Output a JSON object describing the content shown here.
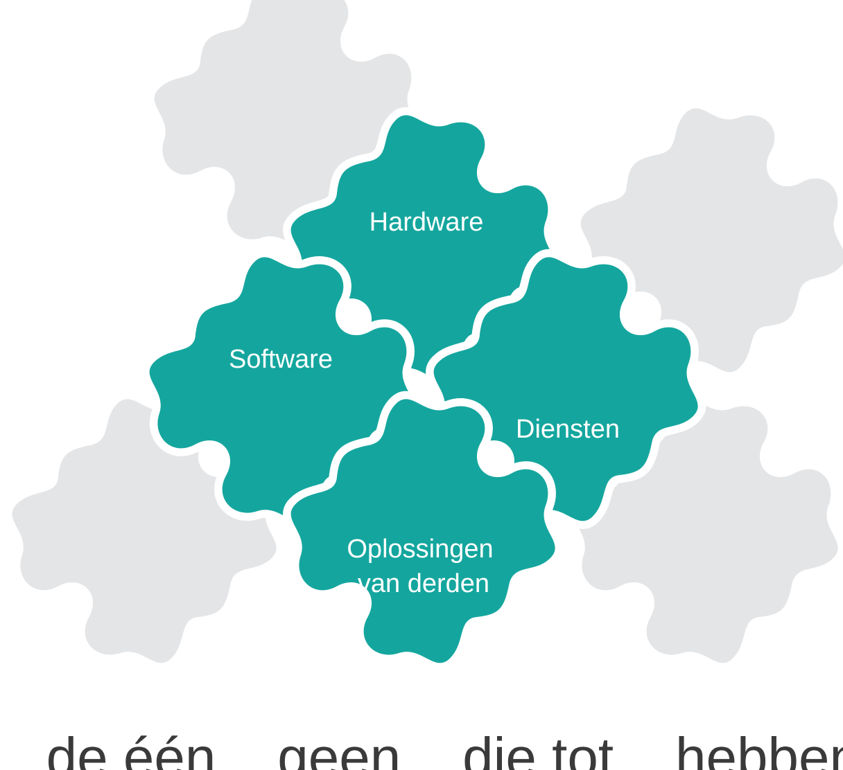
{
  "diagram": {
    "pieces": [
      {
        "id": "hardware",
        "label_lines": [
          "Hardware"
        ]
      },
      {
        "id": "software",
        "label_lines": [
          "Software"
        ]
      },
      {
        "id": "diensten",
        "label_lines": [
          "Diensten"
        ]
      },
      {
        "id": "oplossingen",
        "label_lines": [
          "Oplossingen",
          "van derden"
        ]
      }
    ],
    "caption": "...de één ...geen ...die tot ...hebben ...zoals..."
  },
  "colors": {
    "teal": "#14a69e",
    "gray": "#e4e5e7",
    "outline": "#ffffff",
    "caption": "#3a3a3a"
  }
}
